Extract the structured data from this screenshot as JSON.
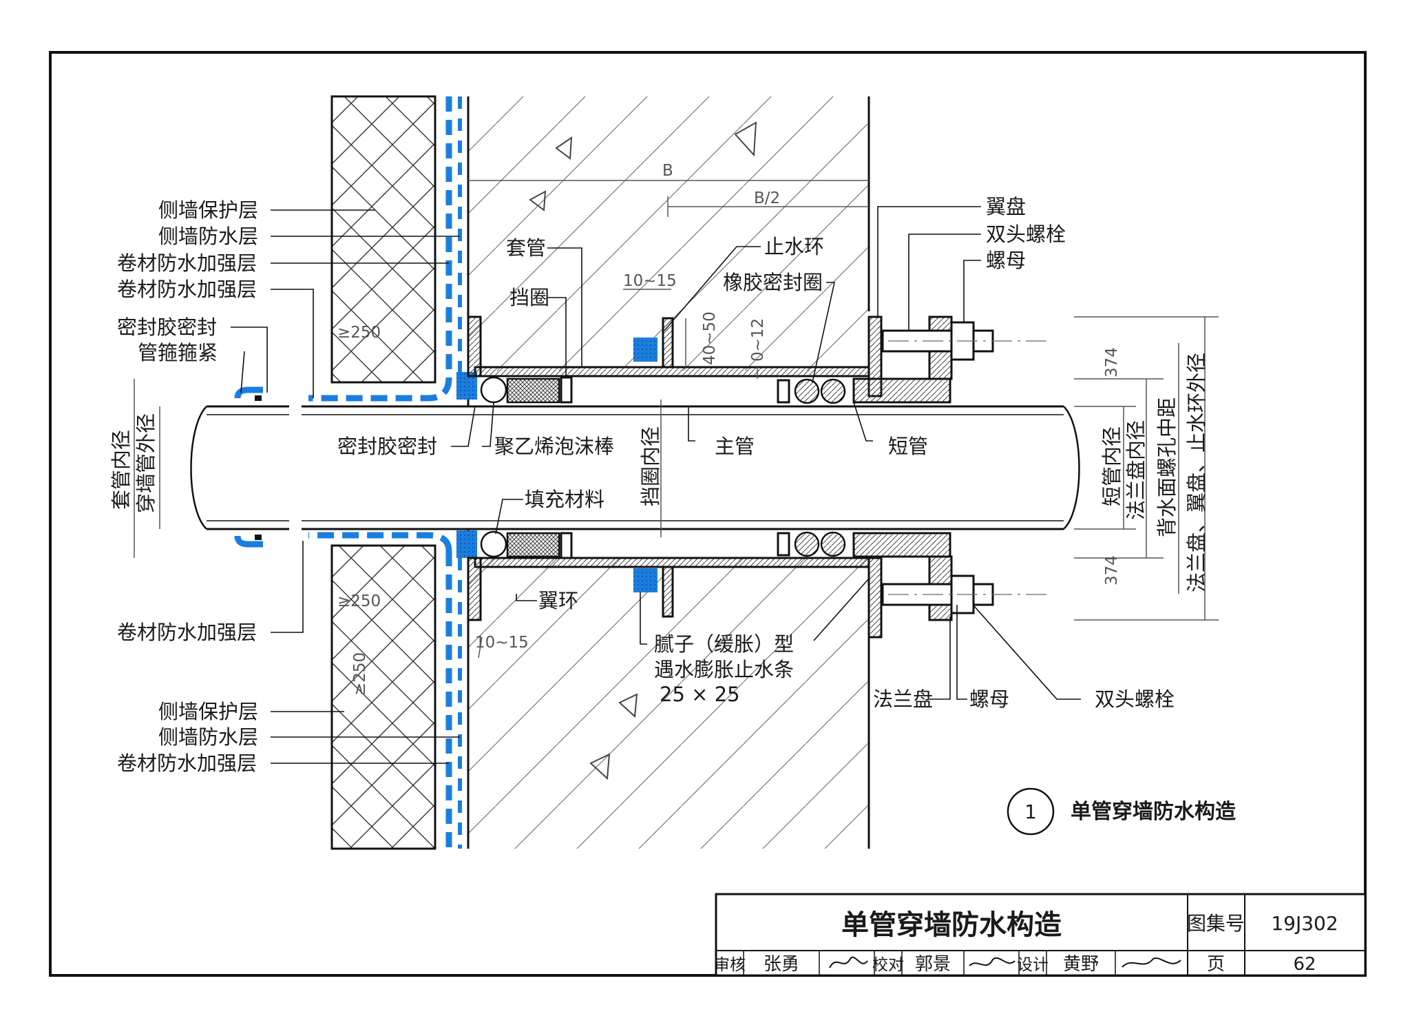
{
  "labels": {
    "side_protect_top": "侧墙保护层",
    "side_wp_top": "侧墙防水层",
    "roll_reinf_1": "卷材防水加强层",
    "roll_reinf_2": "卷材防水加强层",
    "sealant_seal_top": "密封胶密封",
    "clamp_tight": "管箍箍紧",
    "sleeve_id": "套管内径",
    "pipe_od": "穿墙管外径",
    "roll_reinf_3": "卷材防水加强层",
    "side_protect_bot": "侧墙保护层",
    "side_wp_bot": "侧墙防水层",
    "roll_reinf_4": "卷材防水加强层",
    "sleeve": "套管",
    "retaining_ring": "挡圈",
    "water_stop_ring": "止水环",
    "rubber_seal": "橡胶密封圈",
    "wing_plate": "翼盘",
    "double_bolt_top": "双头螺栓",
    "nut_top": "螺母",
    "sealant_seal_mid": "密封胶密封",
    "pe_foam_rod": "聚乙烯泡沫棒",
    "main_pipe": "主管",
    "short_pipe": "短管",
    "retaining_ring_id": "挡圈内径",
    "filling_material": "填充材料",
    "wing_ring": "翼环",
    "putty_line1": "腻子（缓胀）型",
    "putty_line2": "遇水膨胀止水条",
    "putty_line3": "25 × 25",
    "flange_plate": "法兰盘",
    "nut_bot": "螺母",
    "double_bolt_bot": "双头螺栓",
    "short_pipe_id": "短管内径",
    "flange_id": "法兰盘内径",
    "bolt_center": "背水面螺孔中距",
    "flange_outer": "法兰盘、翼盘、止水环外径"
  },
  "dims": {
    "B": "B",
    "B2": "B/2",
    "d10_15_top": "10~15",
    "d40_50": "40~50",
    "d0_12": "0~12",
    "d250_a": "≥250",
    "d250_b": "≥250",
    "d250_c": "≥250",
    "d10_15_bot": "10~15",
    "d374_top": "374",
    "d374_bot": "374"
  },
  "detail": {
    "number": "1",
    "title": "单管穿墙防水构造"
  },
  "title_block": {
    "title": "单管穿墙防水构造",
    "atlas_label": "图集号",
    "atlas_no": "19J302",
    "review_label": "审核",
    "review_name": "张勇",
    "check_label": "校对",
    "check_name": "郭景",
    "design_label": "设计",
    "design_name": "黄野",
    "page_label": "页",
    "page_no": "62"
  },
  "colors": {
    "waterproof_blue": "#1a7ee0",
    "line": "#1a1a1a"
  }
}
